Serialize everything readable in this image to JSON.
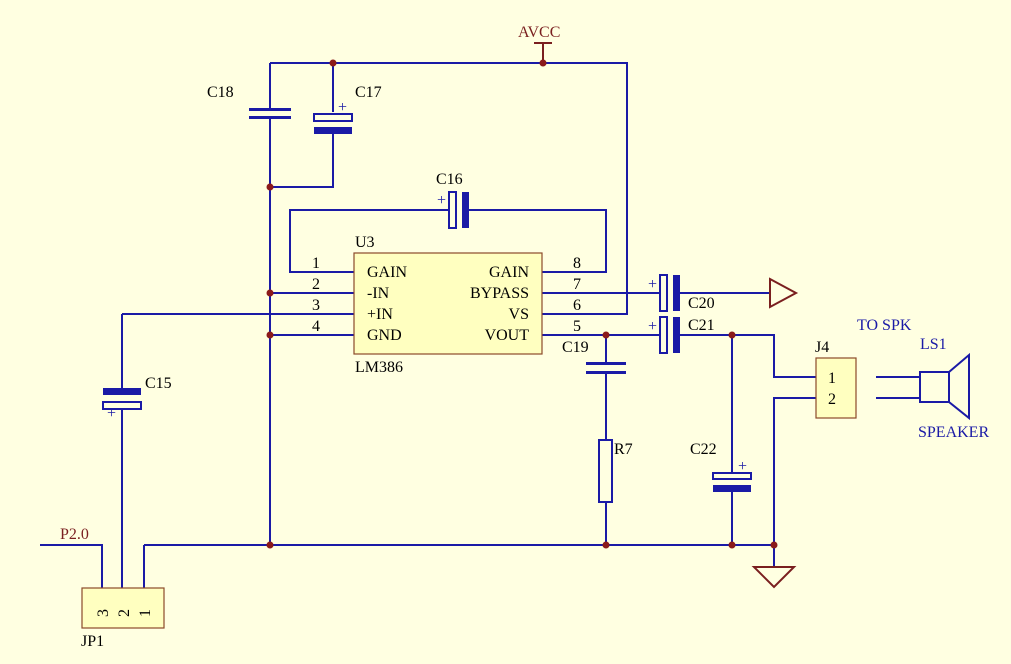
{
  "power": {
    "avcc": "AVCC"
  },
  "nets": {
    "p20": "P2.0",
    "to_spk": "TO SPK"
  },
  "u3": {
    "ref": "U3",
    "part": "LM386",
    "left_pins": [
      {
        "num": "1",
        "name": "GAIN"
      },
      {
        "num": "2",
        "name": "-IN"
      },
      {
        "num": "3",
        "name": "+IN"
      },
      {
        "num": "4",
        "name": "GND"
      }
    ],
    "right_pins": [
      {
        "num": "8",
        "name": "GAIN"
      },
      {
        "num": "7",
        "name": "BYPASS"
      },
      {
        "num": "6",
        "name": "VS"
      },
      {
        "num": "5",
        "name": "VOUT"
      }
    ]
  },
  "capacitors": {
    "c15": "C15",
    "c16": "C16",
    "c17": "C17",
    "c18": "C18",
    "c19": "C19",
    "c20": "C20",
    "c21": "C21",
    "c22": "C22"
  },
  "polarity_mark": "+",
  "resistors": {
    "r7": "R7"
  },
  "jp1": {
    "ref": "JP1",
    "pins": [
      "3",
      "2",
      "1"
    ]
  },
  "j4": {
    "ref": "J4",
    "pins": [
      "1",
      "2"
    ]
  },
  "ls1": {
    "ref": "LS1",
    "label": "SPEAKER"
  }
}
